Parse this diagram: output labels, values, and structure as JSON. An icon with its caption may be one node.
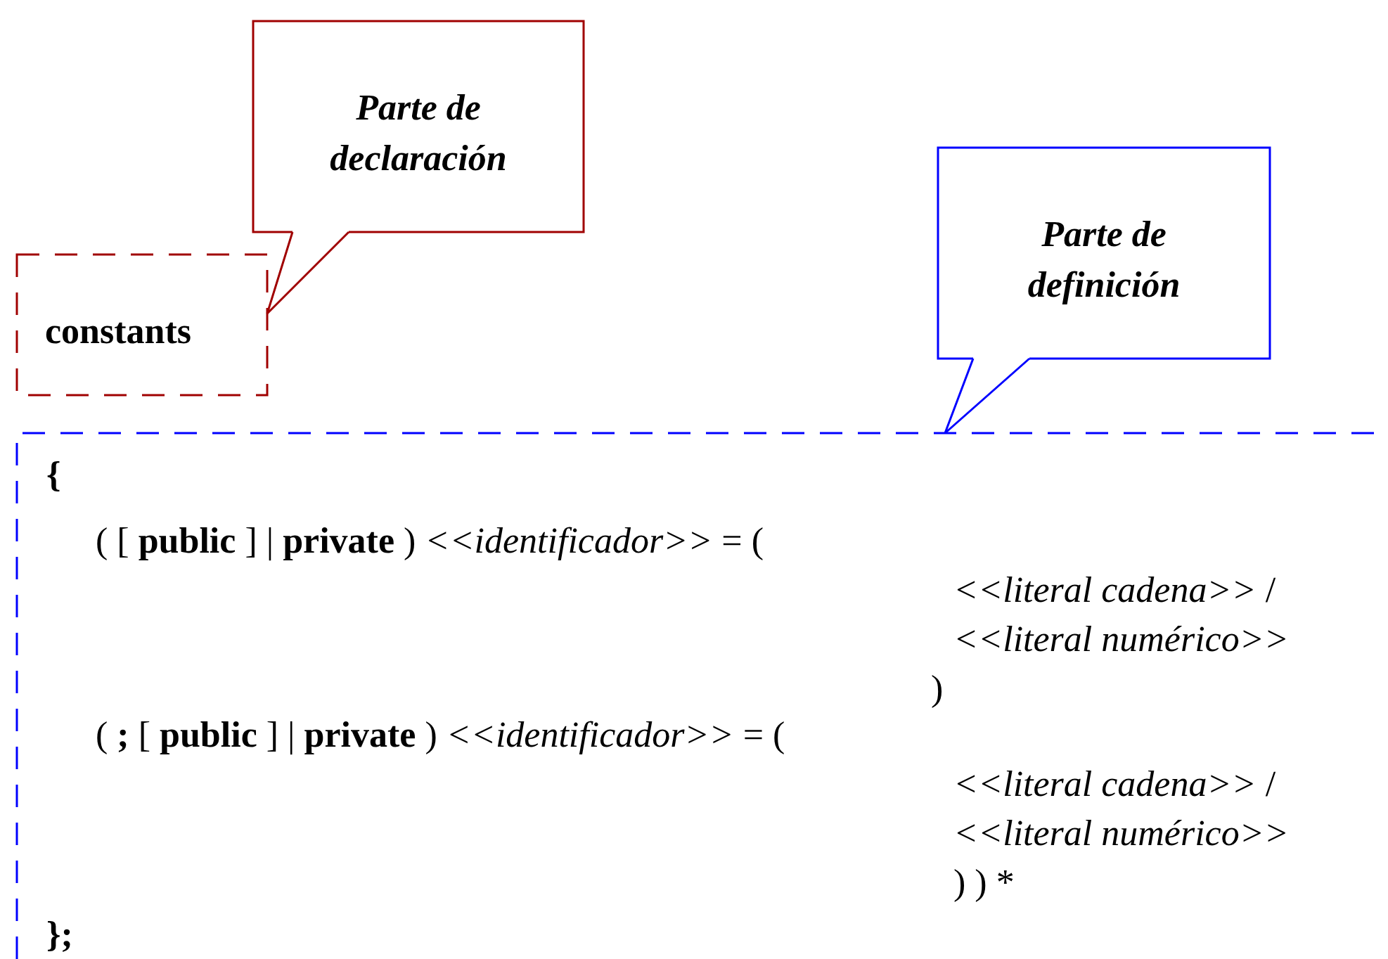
{
  "diagram": {
    "nodes": [
      {
        "text": [
          "Parte de declaración"
        ]
      },
      {
        "text": [
          "constants"
        ]
      },
      {
        "text": [
          "Parte de definición"
        ]
      },
      {
        "text": [
          "{",
          "( [ **public** ] | **private** ) *<<identificador>>* = (",
          "*<<literal cadena>>* /",
          "*<<literal numérico>>*",
          ")",
          "( **;** [ **public** ] | **private** ) *<<identificador>>* = (",
          "*<<literal cadena>>* /",
          "*<<literal numérico>>*",
          ") ) *",
          "};"
        ]
      }
    ],
    "edges": [
      {
        "from": 0,
        "to": 1,
        "arrow": "none",
        "color": "#a00000"
      },
      {
        "from": 2,
        "to": 3,
        "arrow": "none",
        "color": "#0000ff"
      }
    ]
  }
}
